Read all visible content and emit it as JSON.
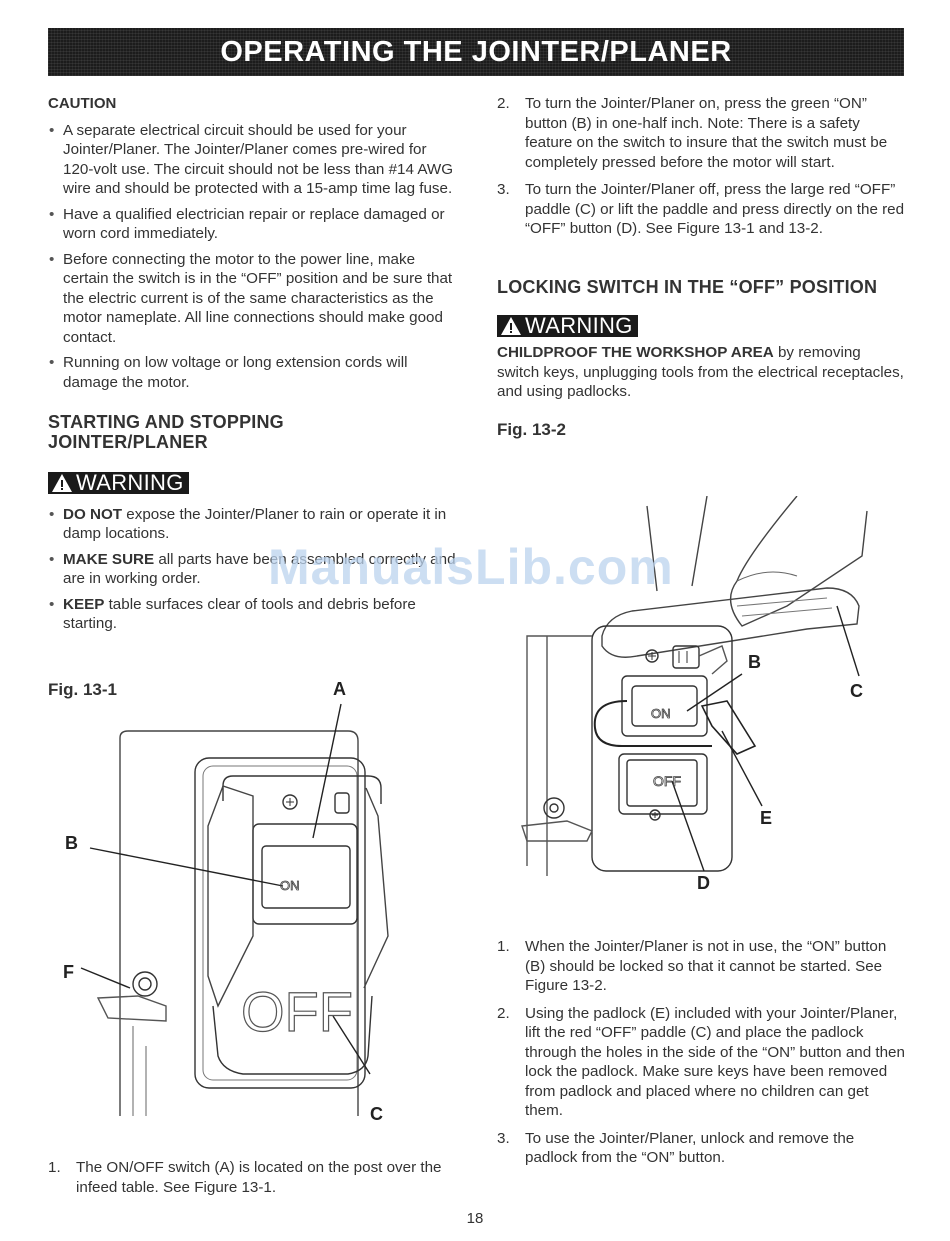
{
  "title": "OPERATING THE JOINTER/PLANER",
  "caution": {
    "heading": "CAUTION",
    "items": [
      "A separate electrical circuit should be used for your Jointer/Planer. The Jointer/Planer comes pre-wired for 120-volt use. The circuit should not be less than #14 AWG wire and should be protected with a 15-amp time lag fuse.",
      "Have a qualified electrician repair or replace damaged or worn cord immediately.",
      "Before connecting the motor to the power line, make certain the switch is in the “OFF” position and be sure that the electric current is of the same characteristics as the motor nameplate. All line connections should make good contact.",
      "Running on low voltage or long extension cords will damage the motor."
    ]
  },
  "starting": {
    "heading": "STARTING AND STOPPING JOINTER/PLANER",
    "warning_label": "WARNING",
    "items": [
      {
        "bold": "DO NOT",
        "text": " expose the Jointer/Planer to rain or operate it in damp locations."
      },
      {
        "bold": "MAKE SURE",
        "text": " all parts have been assembled correctly and are in working order."
      },
      {
        "bold": "KEEP",
        "text": " table surfaces clear of tools and debris before starting."
      }
    ]
  },
  "fig1": {
    "label": "Fig. 13-1",
    "callouts": {
      "a": "A",
      "b": "B",
      "c": "C",
      "f": "F"
    },
    "on_text": "ON",
    "off_text": "OFF"
  },
  "left_steps": [
    {
      "num": "1.",
      "text": "The ON/OFF switch (A) is located on the post over the infeed table.  See Figure 13-1."
    }
  ],
  "right_steps": [
    {
      "num": "2.",
      "text": "To turn the Jointer/Planer on, press the green “ON” button (B) in one-half inch. Note: There is a safety feature on the switch to insure that the switch must be completely pressed before the motor will start."
    },
    {
      "num": "3.",
      "text": "To turn the Jointer/Planer off, press the large red “OFF” paddle (C) or lift the paddle and press directly on the red “OFF” button (D).  See Figure 13-1 and 13-2."
    }
  ],
  "locking": {
    "heading": "LOCKING SWITCH IN THE “OFF” POSITION",
    "warning_label": "WARNING",
    "bold": "CHILDPROOF THE WORKSHOP AREA",
    "text": " by removing switch keys, unplugging tools from the electrical receptacles, and using padlocks."
  },
  "fig2": {
    "label": "Fig. 13-2",
    "callouts": {
      "b": "B",
      "c": "C",
      "d": "D",
      "e": "E"
    },
    "on_text": "ON",
    "off_text": "OFF"
  },
  "lock_steps": [
    {
      "num": "1.",
      "text": "When the Jointer/Planer is not in use, the “ON” button (B) should be locked so that it cannot be started.  See Figure 13-2."
    },
    {
      "num": "2.",
      "text": "Using the padlock (E) included with your Jointer/Planer, lift the red “OFF” paddle (C) and place the padlock through the holes in the side of the “ON” button and then lock the padlock. Make sure keys have been removed from padlock and placed where no children can get them."
    },
    {
      "num": "3.",
      "text": "To use the Jointer/Planer, unlock and remove the padlock from the “ON” button."
    }
  ],
  "watermark": "ManualsLib.com",
  "page_number": "18"
}
